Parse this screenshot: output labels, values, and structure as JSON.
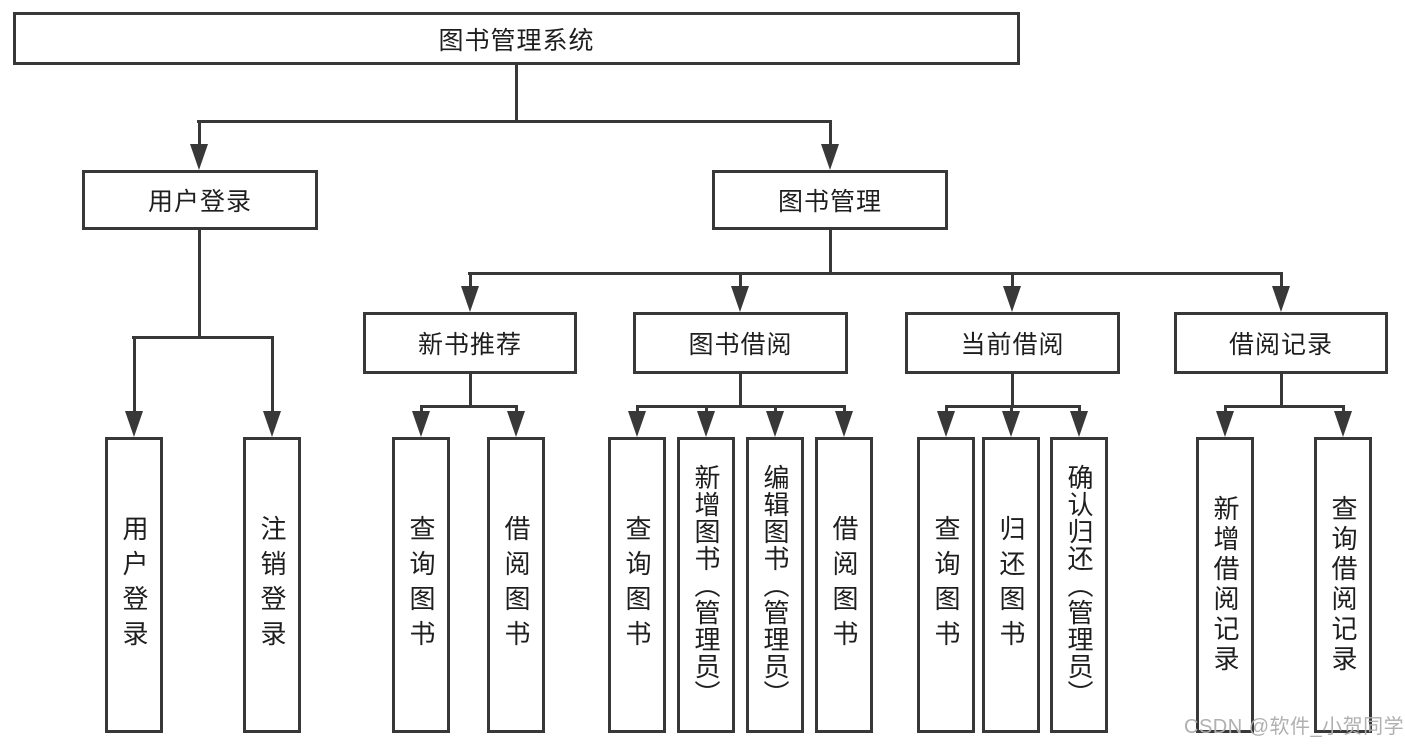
{
  "diagram_title": "图书管理系统",
  "root": {
    "label": "图书管理系统"
  },
  "branches": [
    {
      "label": "用户登录",
      "children": [
        {
          "label": "用户登录"
        },
        {
          "label": "注销登录"
        }
      ]
    },
    {
      "label": "图书管理",
      "children": [
        {
          "label": "新书推荐",
          "children": [
            {
              "label": "查询图书"
            },
            {
              "label": "借阅图书"
            }
          ]
        },
        {
          "label": "图书借阅",
          "children": [
            {
              "label": "查询图书"
            },
            {
              "label": "新增图书（管理员）"
            },
            {
              "label": "编辑图书（管理员）"
            },
            {
              "label": "借阅图书"
            }
          ]
        },
        {
          "label": "当前借阅",
          "children": [
            {
              "label": "查询图书"
            },
            {
              "label": "归还图书"
            },
            {
              "label": "确认归还（管理员）"
            }
          ]
        },
        {
          "label": "借阅记录",
          "children": [
            {
              "label": "新增借阅记录"
            },
            {
              "label": "查询借阅记录"
            }
          ]
        }
      ]
    }
  ],
  "watermark": "CSDN @软件_小贺同学",
  "colors": {
    "line": "#383838",
    "text": "#1e1e1e",
    "background": "#ffffff",
    "watermark": "#b0b0b0"
  }
}
